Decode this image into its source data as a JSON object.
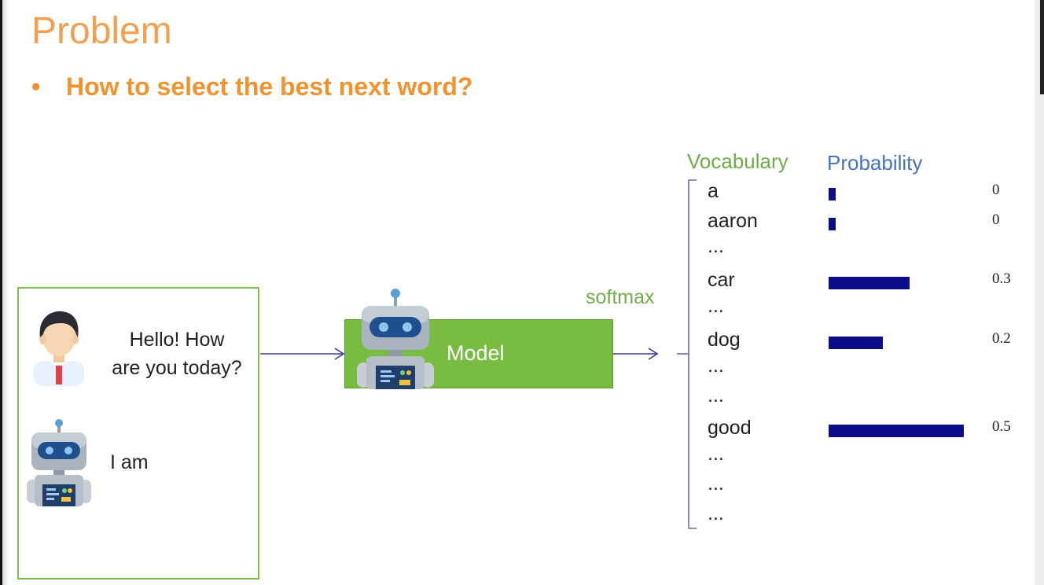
{
  "slide": {
    "title": "Problem",
    "bullet_marker": "•",
    "bullet_text": "How to select the best next word?"
  },
  "conversation": {
    "user_message": [
      "Hello! How",
      "are you today?"
    ],
    "bot_message": "I am",
    "user_avatar_icon": "person-icon",
    "bot_avatar_icon": "robot-icon"
  },
  "model": {
    "label": "Model",
    "icon": "robot-icon",
    "output_label": "softmax"
  },
  "vocabulary": {
    "header": "Vocabulary",
    "prob_header": "Probability",
    "rows": [
      {
        "word": "a",
        "prob": 0,
        "prob_label": "0"
      },
      {
        "word": "aaron",
        "prob": 0,
        "prob_label": "0"
      },
      {
        "word": "...",
        "prob": null,
        "prob_label": ""
      },
      {
        "word": "car",
        "prob": 0.3,
        "prob_label": "0.3"
      },
      {
        "word": "...",
        "prob": null,
        "prob_label": ""
      },
      {
        "word": "dog",
        "prob": 0.2,
        "prob_label": "0.2"
      },
      {
        "word": "...",
        "prob": null,
        "prob_label": ""
      },
      {
        "word": "...",
        "prob": null,
        "prob_label": ""
      },
      {
        "word": "good",
        "prob": 0.5,
        "prob_label": "0.5"
      },
      {
        "word": "...",
        "prob": null,
        "prob_label": ""
      },
      {
        "word": "...",
        "prob": null,
        "prob_label": ""
      },
      {
        "word": "...",
        "prob": null,
        "prob_label": ""
      }
    ]
  },
  "colors": {
    "title": "#f0a050",
    "bullet": "#f0922e",
    "model_fill": "#78bc42",
    "softmax": "#70ad47",
    "vocab_header": "#70ad47",
    "prob_header": "#4472c4",
    "bar": "#0d0d8a",
    "arrow": "#3a3aa0"
  }
}
